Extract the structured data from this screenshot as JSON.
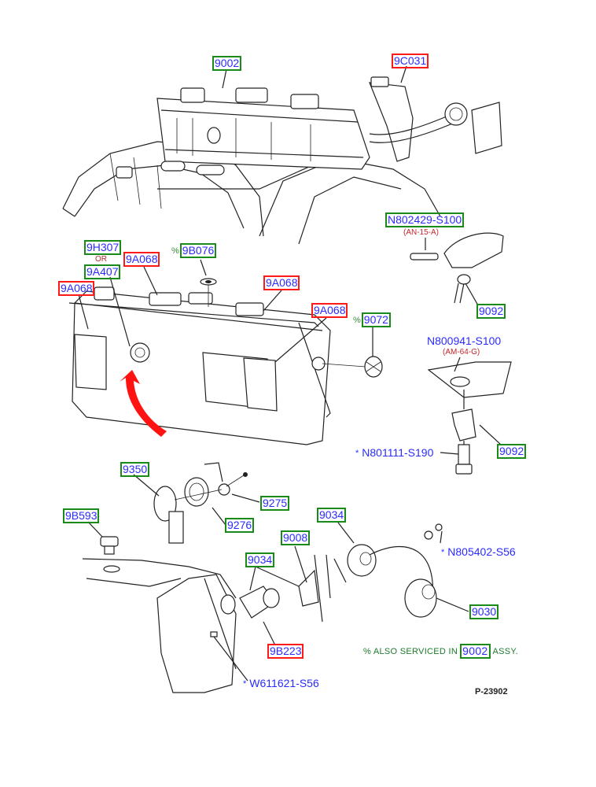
{
  "diagram": {
    "figure_id": "P-23902",
    "note": {
      "prefix": "% ALSO SERVICED IN",
      "part": "9002",
      "suffix": "ASSY."
    },
    "callouts": [
      {
        "id": "top-tank",
        "text": "9002",
        "box": "green"
      },
      {
        "id": "top-filler-neck",
        "text": "9C031",
        "box": "red"
      },
      {
        "id": "bolt-upper",
        "text": "N802429-S100",
        "box": "green",
        "code": "(AN-15-A)"
      },
      {
        "id": "fuel-pump-sender-a",
        "text": "9H307",
        "box": "green"
      },
      {
        "id": "or-word",
        "text": "OR"
      },
      {
        "id": "fuel-pump-sender-b",
        "text": "9A407",
        "box": "green"
      },
      {
        "id": "shield-left",
        "text": "9A068",
        "box": "red"
      },
      {
        "id": "shield-top",
        "text": "9A068",
        "box": "red"
      },
      {
        "id": "grommet",
        "text": "9B076",
        "box": "green",
        "prefix": "%"
      },
      {
        "id": "shield-right-top",
        "text": "9A068",
        "box": "red"
      },
      {
        "id": "shield-right",
        "text": "9A068",
        "box": "red"
      },
      {
        "id": "insulator",
        "text": "9072",
        "box": "green",
        "prefix": "%"
      },
      {
        "id": "strap-upper",
        "text": "9092",
        "box": "green"
      },
      {
        "id": "nut-lower",
        "text": "N800941-S100",
        "code": "(AM-64-G)"
      },
      {
        "id": "stud",
        "text": "N801111-S190",
        "prefix": "*"
      },
      {
        "id": "strap-lower",
        "text": "9092",
        "box": "green"
      },
      {
        "id": "pump-module",
        "text": "9350",
        "box": "green"
      },
      {
        "id": "retainer-wire",
        "text": "9275",
        "box": "green"
      },
      {
        "id": "gasket",
        "text": "9276",
        "box": "green"
      },
      {
        "id": "drain-plug",
        "text": "9B593",
        "box": "green"
      },
      {
        "id": "hose-right",
        "text": "9034",
        "box": "green"
      },
      {
        "id": "filler-pipe",
        "text": "9008",
        "box": "green"
      },
      {
        "id": "hose-left",
        "text": "9034",
        "box": "green"
      },
      {
        "id": "screw-cap",
        "text": "N805402-S56",
        "prefix": "*"
      },
      {
        "id": "fuel-cap",
        "text": "9030",
        "box": "green"
      },
      {
        "id": "vent-hose",
        "text": "9B223",
        "box": "red"
      },
      {
        "id": "screw-lower",
        "text": "W611621-S56",
        "prefix": "*"
      }
    ]
  }
}
